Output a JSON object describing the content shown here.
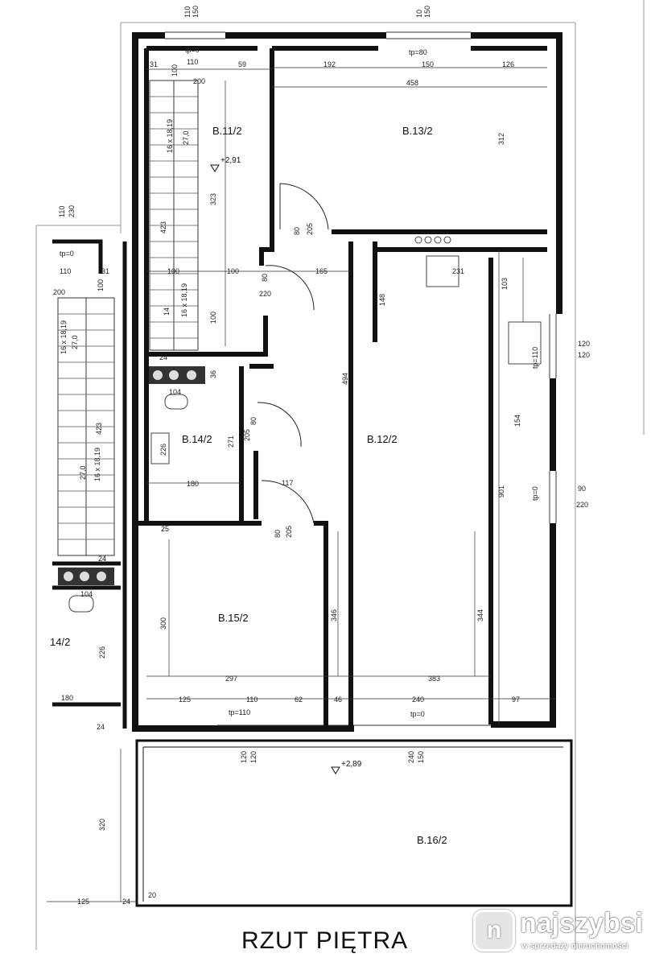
{
  "title": "RZUT PIĘTRA",
  "watermark": {
    "logo_letter": "n",
    "name": "najszybsi",
    "tagline": "w sprzedaży nieruchomości"
  },
  "rooms": {
    "b11": "B.11/2",
    "b12": "B.12/2",
    "b13": "B.13/2",
    "b14": "B.14/2",
    "b15": "B.15/2",
    "b16": "B.16/2",
    "b14_left": "14/2"
  },
  "levels": {
    "upper": "+2,91",
    "terrace": "+2,89"
  },
  "dims": {
    "top_110_150_a": "110",
    "top_110_150_b": "150",
    "top_10_150_a": "10",
    "top_10_150_b": "150",
    "tp0_top": "tp=0",
    "w110": "110",
    "w59": "59",
    "w31": "31",
    "w200": "200",
    "tp80": "tp=80",
    "w192": "192",
    "w150": "150",
    "w126": "126",
    "w458": "458",
    "h100": "100",
    "h312": "312",
    "stairs_top": "16 x 18,19",
    "stairs_270": "27,0",
    "h423": "423",
    "h323": "323",
    "w110_230_a": "110",
    "w110_230_b": "230",
    "tp0_left": "tp=0",
    "w110_left": "110",
    "w31_left": "31",
    "w100_left": "100",
    "w200_left": "200",
    "w100_a": "100",
    "w100_b": "100",
    "w165": "165",
    "door80_a": "80",
    "door205_a": "205",
    "door80_b": "80",
    "door220": "220",
    "h100_mid": "100",
    "stairs_mid": "16 x 18,19",
    "stairs_mid2": "14",
    "w24_a": "24",
    "w104": "104",
    "w36": "36",
    "h80_bath": "80",
    "h205_bath": "205",
    "h271": "271",
    "h226": "226",
    "w180": "180",
    "h494": "494",
    "w117": "117",
    "door80_c": "80",
    "door205_c": "205",
    "w231": "231",
    "w148": "148",
    "h103": "103",
    "w120_a": "120",
    "w120_b": "120",
    "tp110": "tp=110",
    "h154": "154",
    "h901": "901",
    "tp0_right": "tp=0",
    "w90": "90",
    "w220": "220",
    "h423_left": "423",
    "stairs_left": "16 x 18,19",
    "stairs_left_270": "27,0",
    "stairs_left_top": "16 x 18,19",
    "stairs_left_270b": "27,0",
    "w24_b": "24",
    "w104_left": "104",
    "h226_left": "226",
    "w180_left": "180",
    "w24_c": "24",
    "w25": "25",
    "h300": "300",
    "h346": "346",
    "h344": "344",
    "w297": "297",
    "w383": "383",
    "w125": "125",
    "w110_bottom": "110",
    "w62": "62",
    "w46": "46",
    "w240": "240",
    "w97": "97",
    "tp110_b": "tp=110",
    "tp0_b": "tp=0",
    "t120_a": "120",
    "t120_b": "120",
    "t240": "240",
    "t150": "150",
    "h320": "320",
    "w125_left": "125",
    "w24_d": "24",
    "w20": "20"
  }
}
